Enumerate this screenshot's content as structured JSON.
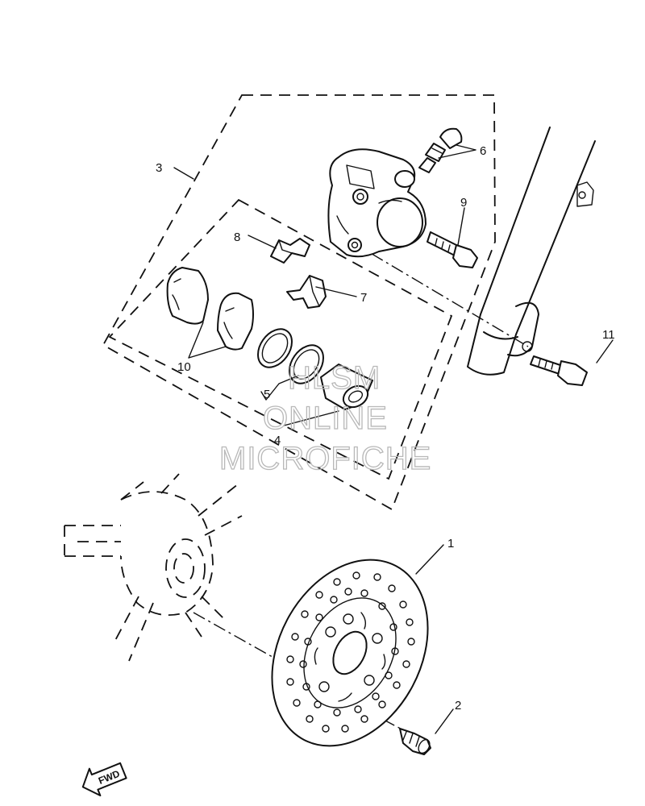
{
  "callouts": {
    "c1": "1",
    "c2": "2",
    "c3": "3",
    "c4": "4",
    "c5": "5",
    "c6": "6",
    "c7": "7",
    "c8": "8",
    "c9": "9",
    "c10": "10",
    "c11": "11"
  },
  "watermark": {
    "line1": "HLSM",
    "line2": "ONLINE",
    "line3": "MICROFICHE"
  },
  "direction_arrow": {
    "label": "FWD"
  },
  "colors": {
    "ink": "#111111",
    "watermark": "#b8b8b8",
    "background": "#ffffff"
  }
}
